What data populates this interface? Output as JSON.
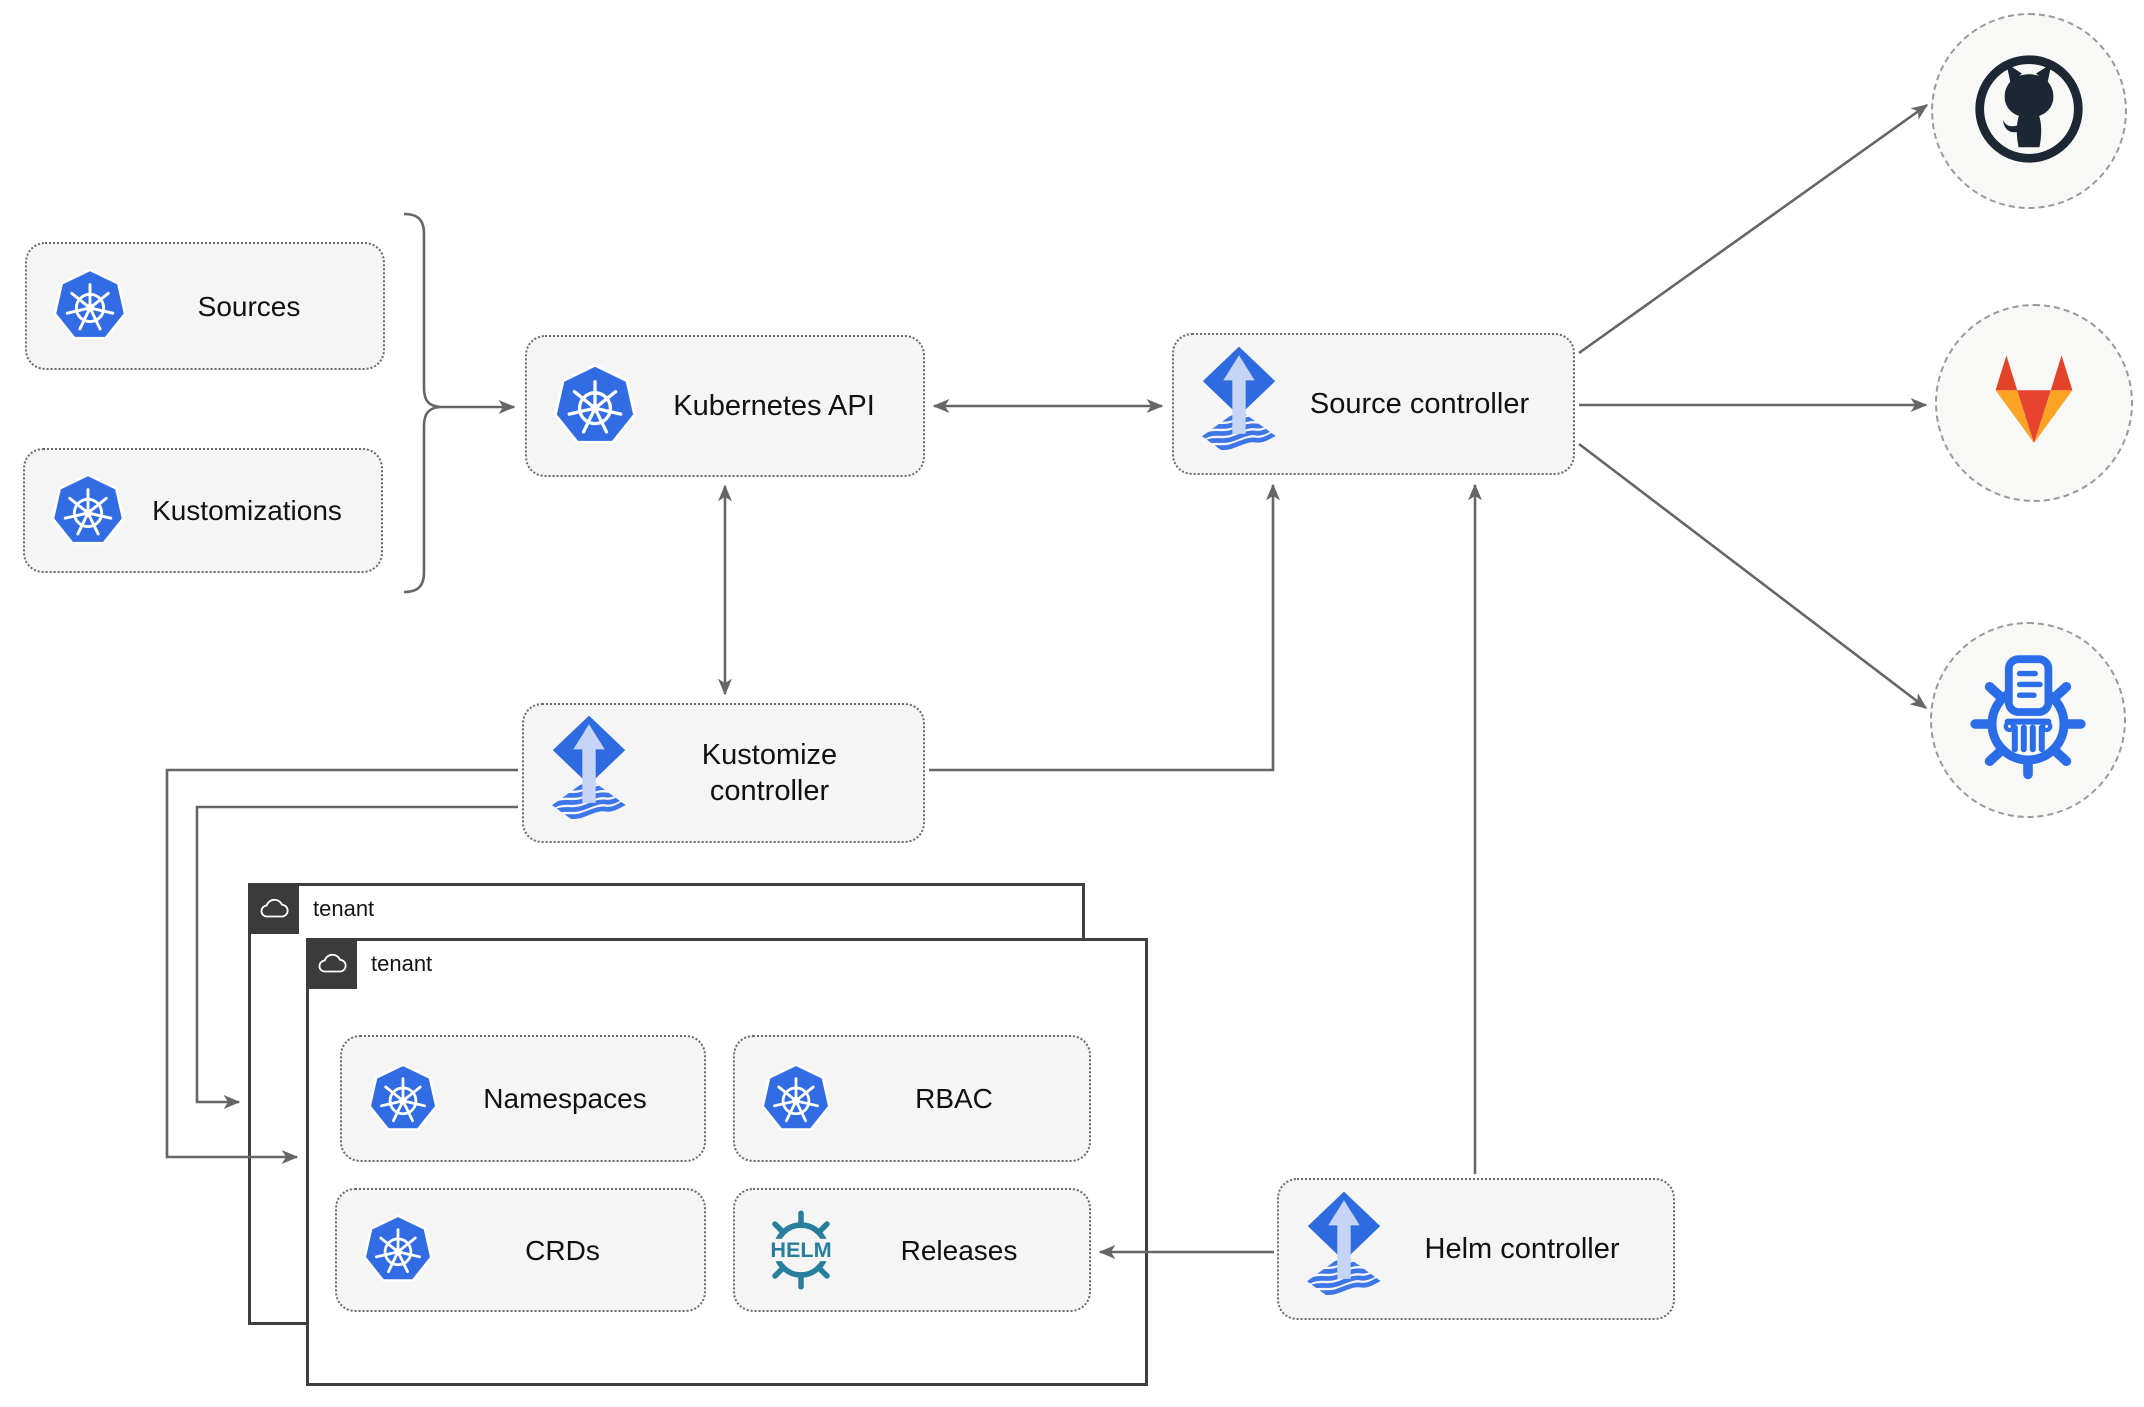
{
  "nodes": {
    "sources": {
      "label": "Sources"
    },
    "kustomizations": {
      "label": "Kustomizations"
    },
    "kubernetes_api": {
      "label": "Kubernetes API"
    },
    "source_controller": {
      "label": "Source controller"
    },
    "kustomize_controller": {
      "label": "Kustomize controller"
    },
    "helm_controller": {
      "label": "Helm controller"
    },
    "namespaces": {
      "label": "Namespaces"
    },
    "rbac": {
      "label": "RBAC"
    },
    "crds": {
      "label": "CRDs"
    },
    "releases": {
      "label": "Releases"
    }
  },
  "groups": {
    "outer_tenant": {
      "label": "tenant"
    },
    "inner_tenant": {
      "label": "tenant"
    }
  },
  "icons": {
    "kubernetes": "kubernetes-icon",
    "flux": "flux-icon",
    "helm_text": "HELM",
    "github": "github-icon",
    "gitlab": "gitlab-icon",
    "chart_museum": "chartmuseum-icon",
    "cloud": "cloud-icon"
  },
  "colors": {
    "kubernetes_blue": "#326ce5",
    "flux_blue": "#2f6be0",
    "flux_arrow_light": "#c6d4f6",
    "helm_teal": "#277e9d",
    "github_dark": "#1b2733",
    "gitlab_red": "#e24329",
    "gitlab_amber": "#fca326",
    "connector_gray": "#666666",
    "node_fill": "#f5f5f5",
    "node_border": "#6a6a6a",
    "tenant_border": "#3f3f3f",
    "tenant_header_bg": "#3b3b3b"
  }
}
